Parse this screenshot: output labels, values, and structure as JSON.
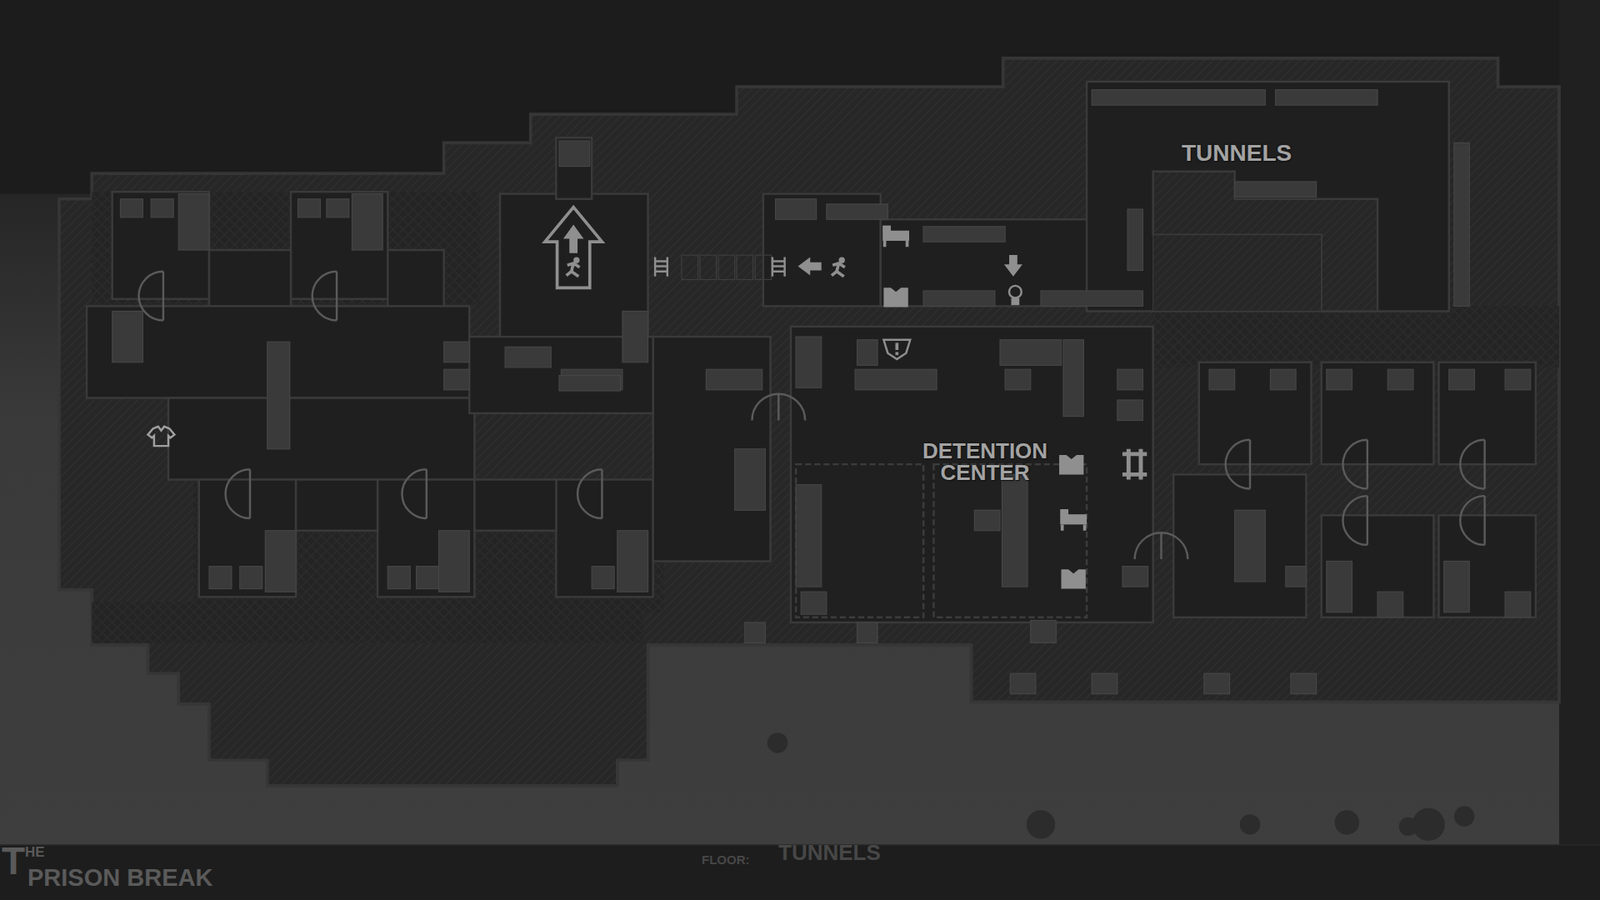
{
  "diagram": {
    "labels": [
      "TUNNELS",
      "DETENTION CENTER",
      "T",
      "HE",
      "PRISON BREAK",
      "FLOOR:",
      "TUNNELS"
    ]
  }
}
